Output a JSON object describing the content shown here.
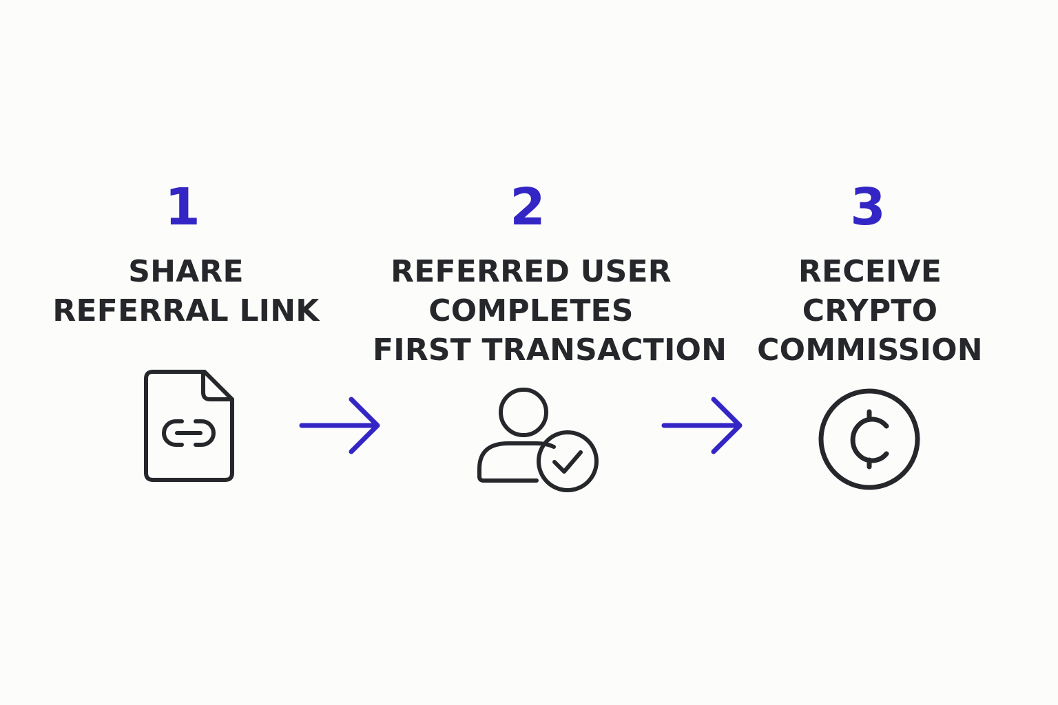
{
  "colors": {
    "accent": "#3326c4",
    "text": "#25272b",
    "background": "#fcfcfb"
  },
  "steps": [
    {
      "number": "1",
      "lines": [
        "SHARE",
        "REFERRAL LINK"
      ],
      "icon": "document-link-icon"
    },
    {
      "number": "2",
      "lines": [
        "REFERRED USER",
        "COMPLETES",
        "FIRST TRANSACTION"
      ],
      "icon": "user-check-icon"
    },
    {
      "number": "3",
      "lines": [
        "RECEIVE",
        "CRYPTO",
        "COMMISSION"
      ],
      "icon": "coin-icon"
    }
  ],
  "connectors": [
    "arrow-right-icon",
    "arrow-right-icon"
  ]
}
